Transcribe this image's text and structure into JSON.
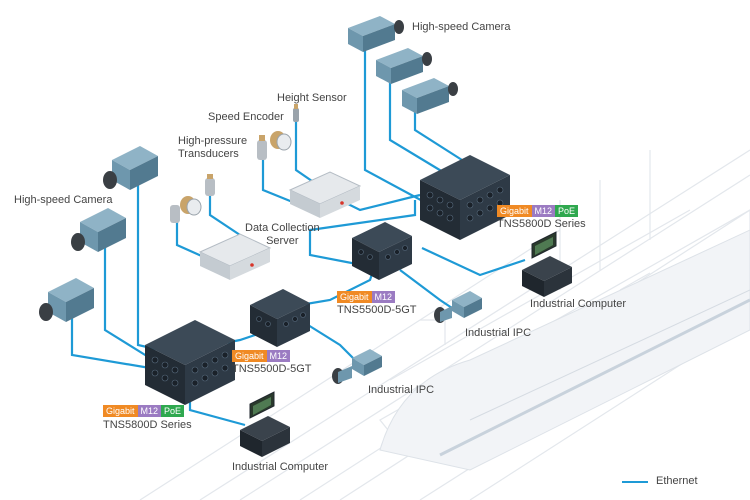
{
  "colors": {
    "ethernet": "#1e9ad6",
    "gigabit": "#f08a24",
    "m12": "#9b7bc2",
    "poe": "#2fa84f",
    "switch": "#2e3a46",
    "camera": "#6e97ad"
  },
  "labels": {
    "hs_camera_top": "High-speed Camera",
    "height_sensor": "Height Sensor",
    "speed_encoder": "Speed Encoder",
    "hp_transducers": "High-pressure\nTransducers",
    "hs_camera_left": "High-speed Camera",
    "data_collection_server": "Data Collection\nServer",
    "industrial_computer_right": "Industrial Computer",
    "industrial_ipc_mid": "Industrial IPC",
    "industrial_ipc_low": "Industrial IPC",
    "industrial_computer_bottom": "Industrial Computer"
  },
  "switches": {
    "tns5800d_top": {
      "model": "TNS5800D Series",
      "tags": [
        "Gigabit",
        "M12",
        "PoE"
      ]
    },
    "tns5500d_upper": {
      "model": "TNS5500D-5GT",
      "tags": [
        "Gigabit",
        "M12"
      ]
    },
    "tns5500d_lower": {
      "model": "TNS5500D-5GT",
      "tags": [
        "Gigabit",
        "M12"
      ]
    },
    "tns5800d_bottom": {
      "model": "TNS5800D Series",
      "tags": [
        "Gigabit",
        "M12",
        "PoE"
      ]
    }
  },
  "legend": {
    "ethernet": "Ethernet"
  }
}
